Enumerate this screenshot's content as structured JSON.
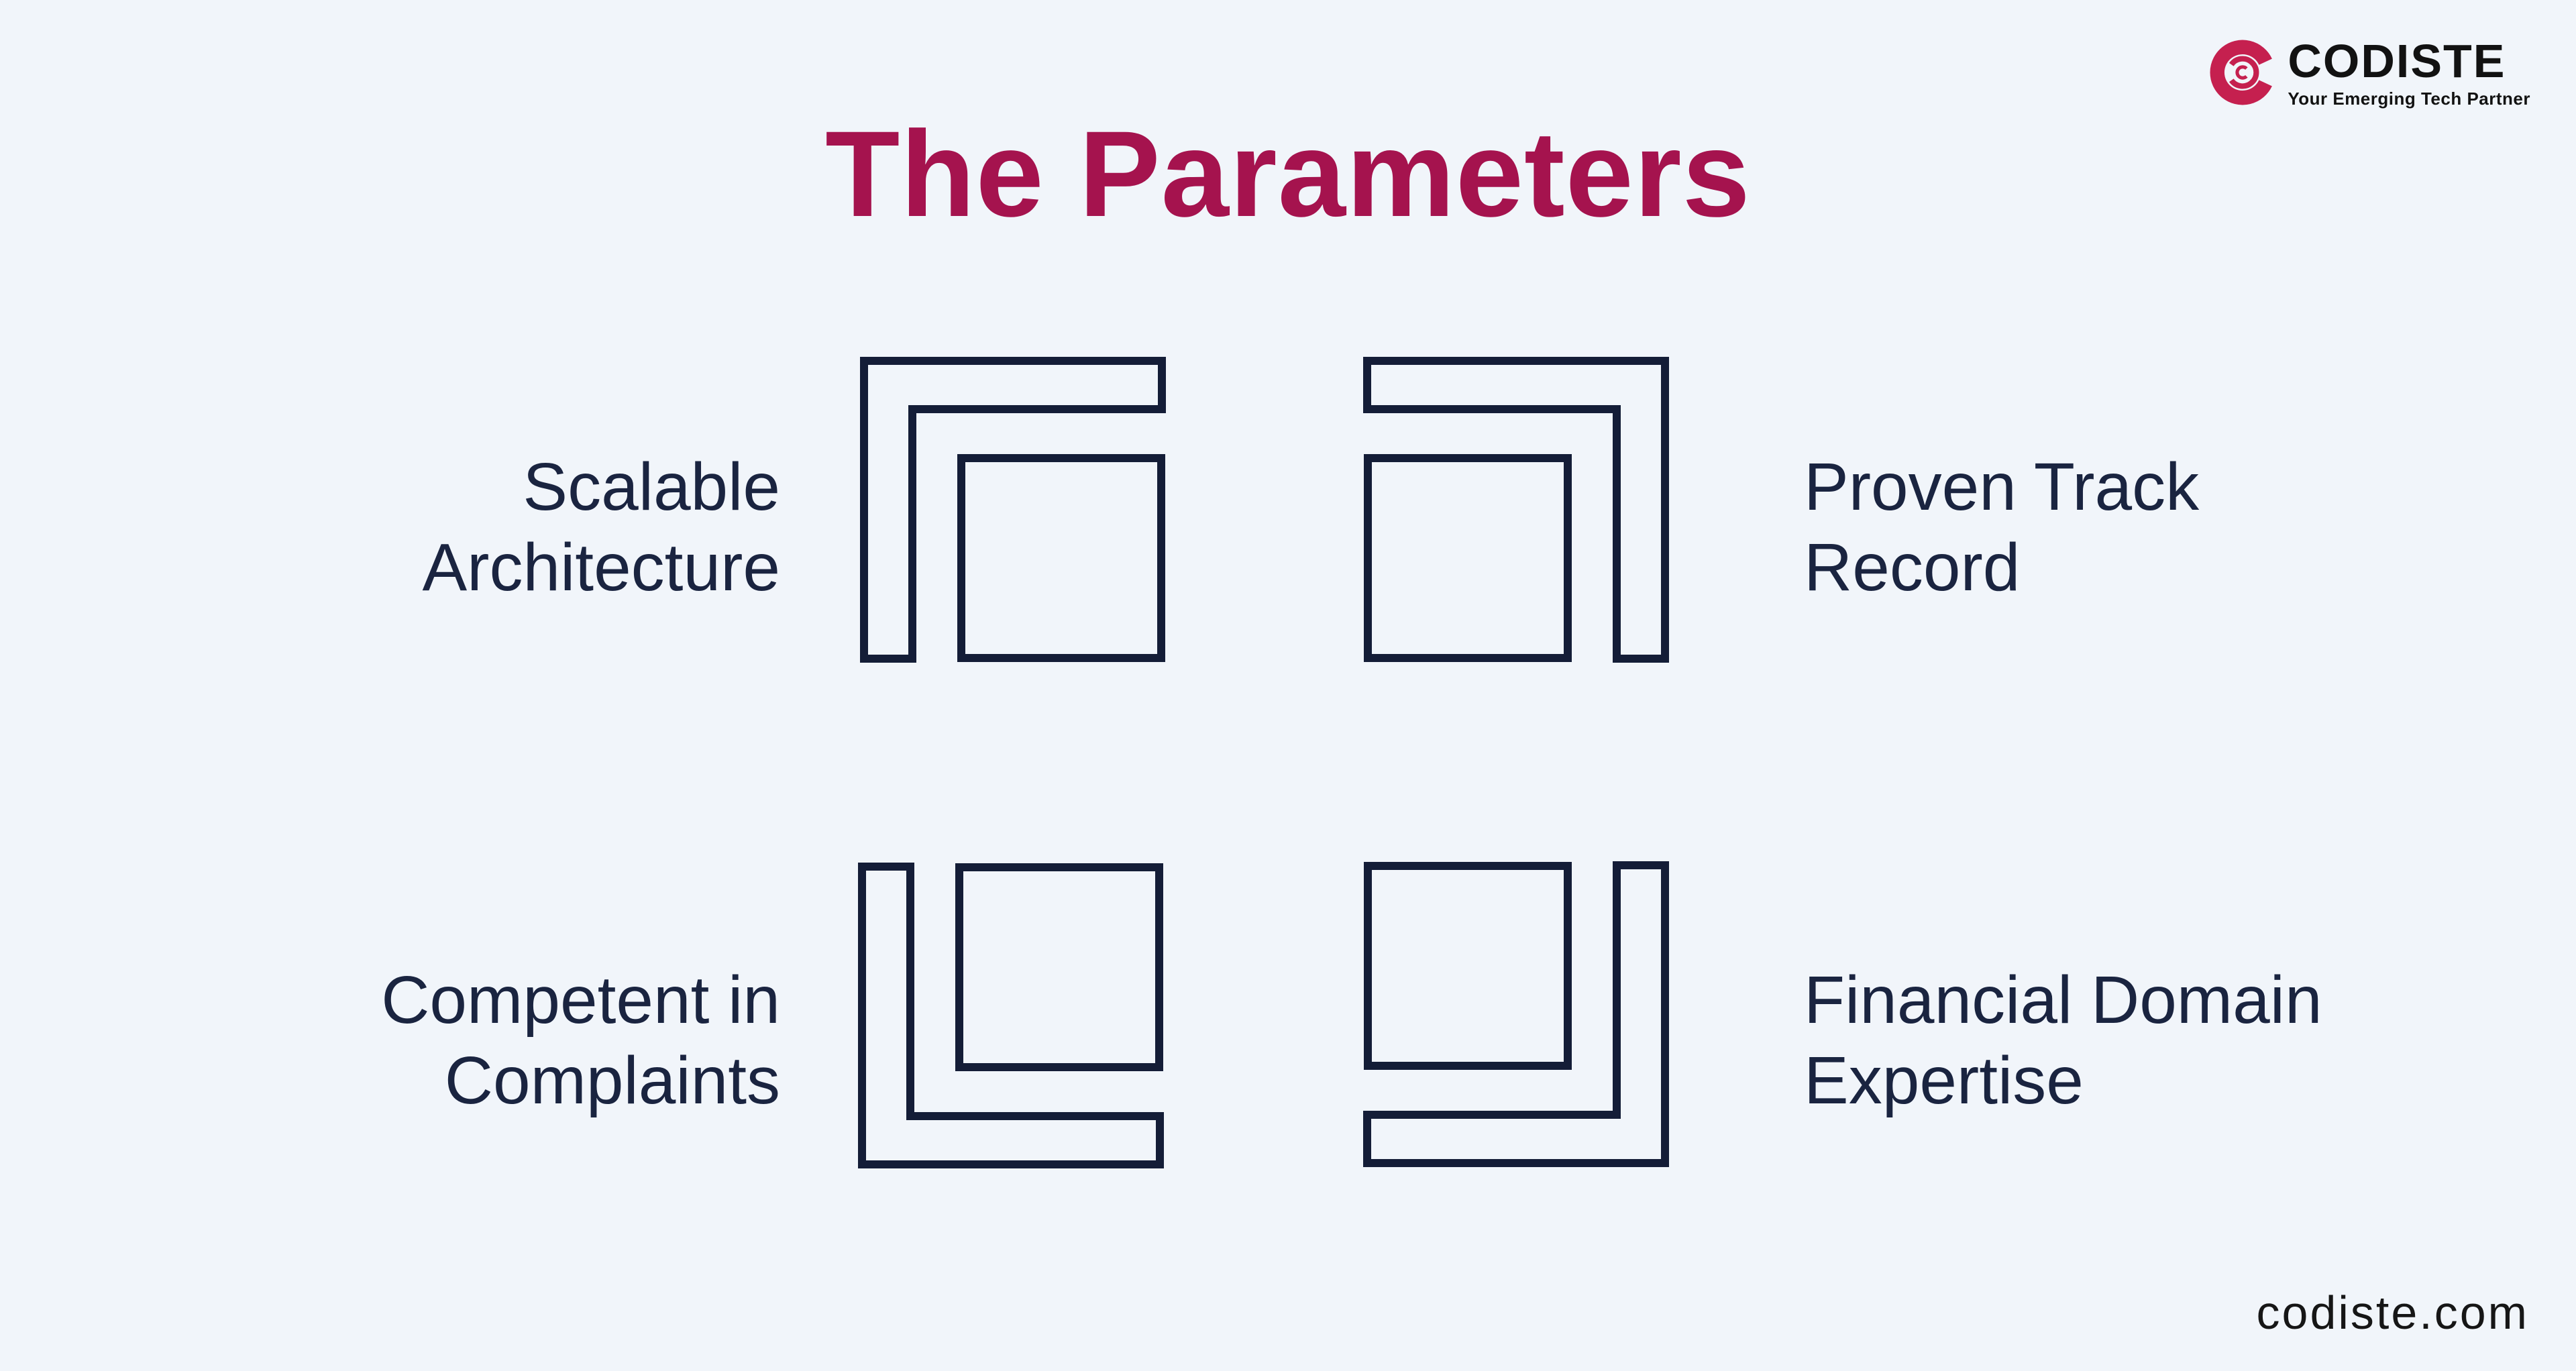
{
  "page": {
    "title": "The Parameters",
    "background_color": "#F1F5FA",
    "title_color": "#A5134E"
  },
  "brand": {
    "name": "CODISTE",
    "tagline": "Your Emerging Tech Partner",
    "mark_color": "#C5204F",
    "text_color": "#121212",
    "website": "codiste.com"
  },
  "icons": {
    "stroke_color": "#141D37",
    "shape": "corner-bracket-with-square"
  },
  "label_color": "#1A2440",
  "parameters": [
    {
      "lines": [
        "Scalable",
        "Architecture"
      ],
      "icon": "corner-frame-top-left",
      "label_position": "left-of-icon"
    },
    {
      "lines": [
        "Proven Track",
        "Record"
      ],
      "icon": "corner-frame-top-right",
      "label_position": "right-of-icon"
    },
    {
      "lines": [
        "Competent in",
        "Complaints"
      ],
      "icon": "corner-frame-bottom-left",
      "label_position": "left-of-icon"
    },
    {
      "lines": [
        "Financial Domain",
        "Expertise"
      ],
      "icon": "corner-frame-bottom-right",
      "label_position": "right-of-icon"
    }
  ]
}
